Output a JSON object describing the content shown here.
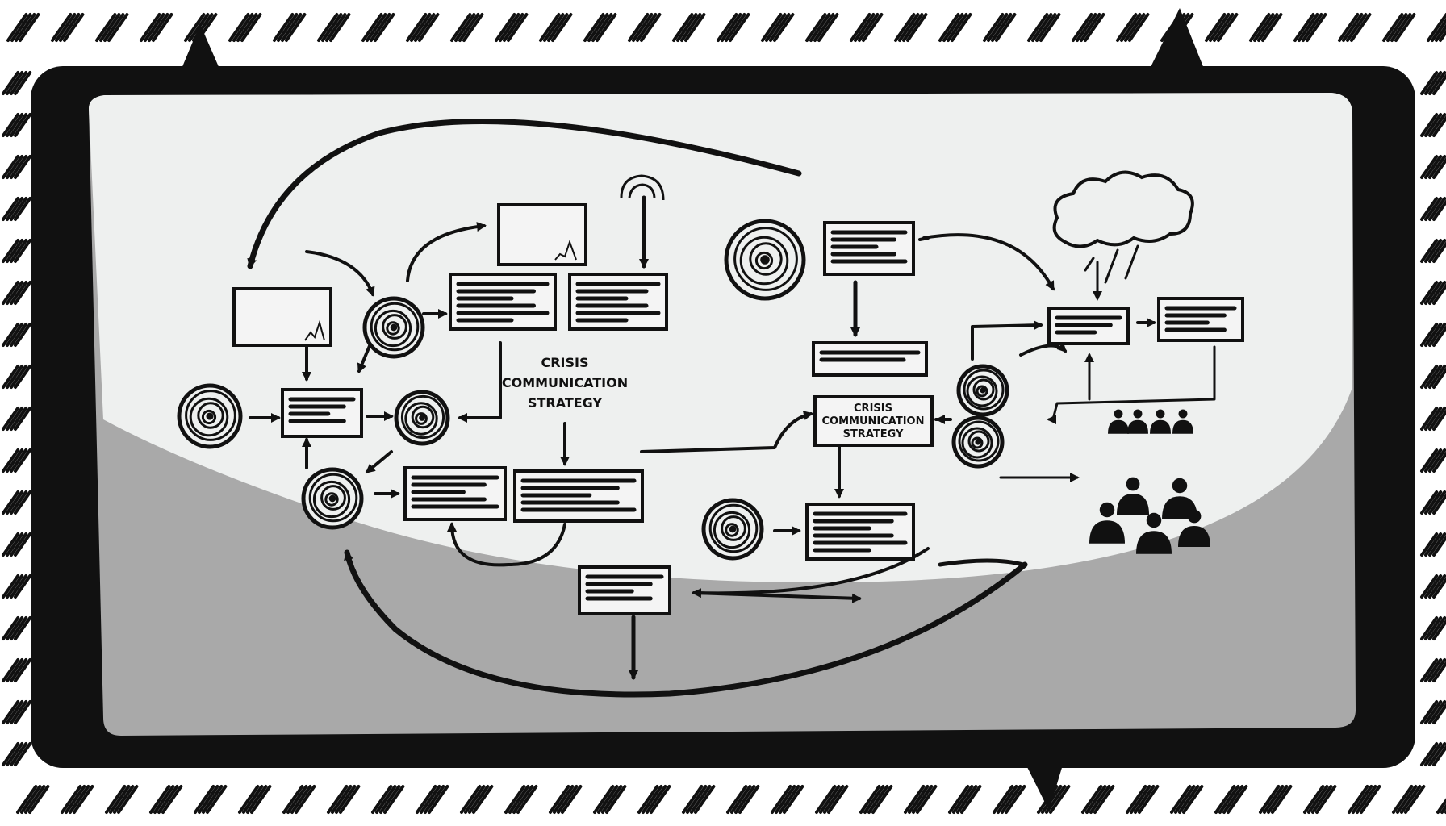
{
  "title_center": [
    "CRISIS",
    "COMMUNICATION",
    "STRATEGY"
  ],
  "title_box": [
    "CRISIS",
    "COMMUNICATION",
    "STRATEGY"
  ],
  "small_labels": {
    "top_left_box": "",
    "top_right_box": "",
    "mid_right_box": "",
    "mid_right_sub": "",
    "lower_left_box": "",
    "bottom_box": ""
  },
  "icons": [
    "spiral-node-icon",
    "bar-chart-icon",
    "cloud-icon",
    "people-group-icon",
    "text-card-icon"
  ],
  "colors": {
    "ink": "#111111",
    "paper": "#eef0ef",
    "shade": "#a9a9a9",
    "frame": "#111111"
  }
}
